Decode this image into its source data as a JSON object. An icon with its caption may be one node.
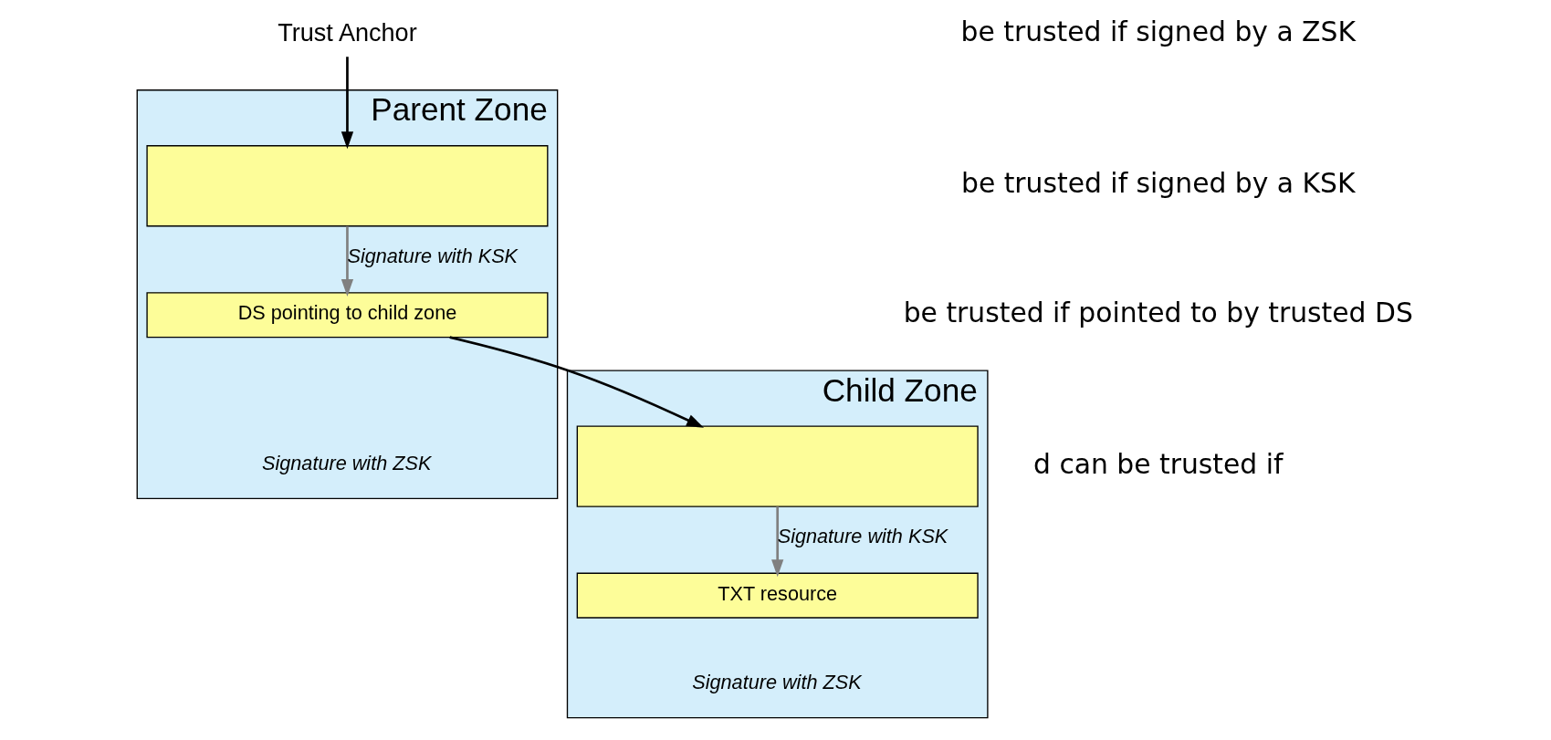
{
  "diagram": {
    "nodes": [
      {
        "text": [
          "Parent Zone"
        ]
      },
      {
        "text": [],
        "shape": "box",
        "in": 0
      },
      {
        "text": [
          "DS pointing to child zone"
        ],
        "in": 0
      },
      {
        "text": [
          "Child Zone"
        ]
      },
      {
        "text": [],
        "shape": "box",
        "in": 3
      },
      {
        "text": [
          "TXT resource"
        ],
        "in": 3
      },
      {
        "text": [
          "Trust Anchor"
        ]
      }
    ],
    "edges": [
      {
        "from": 6,
        "to": 1,
        "arrow": "to"
      },
      {
        "from": 1,
        "to": 2,
        "arrow": "to",
        "label": "Signature with KSK",
        "color": "#808080"
      },
      {
        "from": 2,
        "to": 4,
        "arrow": "to"
      },
      {
        "from": 4,
        "to": 5,
        "arrow": "to",
        "label": "Signature with KSK",
        "color": "#808080"
      }
    ],
    "labels": [
      "Signature with ZSK",
      "be trusted if signed by a ZSK",
      "be trusted if signed by a KSK",
      "be trusted if pointed to by trusted DS",
      "d can be trusted if",
      "Signature with ZSK"
    ]
  }
}
